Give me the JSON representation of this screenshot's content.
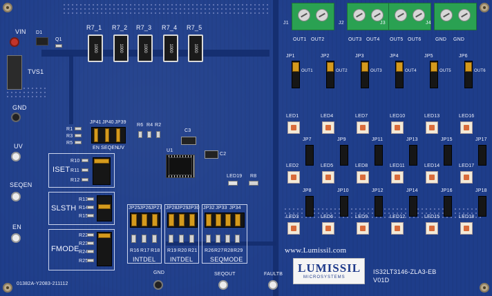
{
  "board": {
    "title": "IS32LT3146-ZLA3-EB",
    "revision": "V01D",
    "part_number": "01382A-Y2083-211112",
    "website": "www.Lumissil.com",
    "logo_text": "LUMISSIL",
    "logo_sub": "MICROSYSTEMS"
  },
  "labels": {
    "vin": "VIN",
    "d1": "D1",
    "q1": "Q1",
    "tvs1": "TVS1",
    "gnd": "GND",
    "uv": "UV",
    "seqen": "SEQEN",
    "en": "EN",
    "iset": "ISET",
    "slsth": "SLSTH",
    "fmode": "FMODE",
    "u1": "U1",
    "c2": "C2",
    "c3": "C3",
    "intdel": "INTDEL",
    "intdel2": "INTDEL",
    "seqmode": "SEQMODE",
    "seqout": "SEQOUT",
    "faultb": "FAULTB",
    "gnd_tp": "GND",
    "led19": "LED19",
    "r8": "R8",
    "jp41": "JP41",
    "jp40": "JP40",
    "jp39": "JP39",
    "en_s": "EN",
    "seqen_s": "SEQEN",
    "uv_s": "UV",
    "r1": "R1",
    "r2": "R2",
    "r3": "R3",
    "r4": "R4",
    "r5": "R5",
    "r6": "R6",
    "r10": "R10",
    "r11": "R11",
    "r12": "R12",
    "r13": "R13",
    "r14": "R14",
    "r15": "R15",
    "r22": "R22",
    "r23": "R23",
    "r24": "R24",
    "r25": "R25",
    "jp25": "JP25",
    "jp26": "JP26",
    "jp27": "JP27",
    "jp28": "JP28",
    "jp29": "JP29",
    "jp30": "JP30",
    "jp32": "JP32",
    "jp33": "JP33",
    "jp34": "JP34",
    "r16": "R16",
    "r17": "R17",
    "r18": "R18",
    "r19": "R19",
    "r20": "R20",
    "r21": "R21",
    "r26": "R26",
    "r27": "R27",
    "r28": "R28",
    "r29": "R29"
  },
  "resistors": [
    {
      "label": "R7_1",
      "value": "1000"
    },
    {
      "label": "R7_2",
      "value": "1000"
    },
    {
      "label": "R7_3",
      "value": "1000"
    },
    {
      "label": "R7_4",
      "value": "1000"
    },
    {
      "label": "R7_5",
      "value": "1000"
    }
  ],
  "connectors": [
    {
      "ref": "J1",
      "pins": [
        "OUT1",
        "OUT2"
      ]
    },
    {
      "ref": "J2",
      "pins": [
        "OUT3",
        "OUT4"
      ]
    },
    {
      "ref": "J3",
      "pins": [
        "OUT5",
        "OUT6"
      ]
    },
    {
      "ref": "J4",
      "pins": [
        "GND",
        "GND"
      ]
    }
  ],
  "out_jumpers": [
    {
      "ref": "JP1",
      "out": "OUT1"
    },
    {
      "ref": "JP2",
      "out": "OUT2"
    },
    {
      "ref": "JP3",
      "out": "OUT3"
    },
    {
      "ref": "JP4",
      "out": "OUT4"
    },
    {
      "ref": "JP5",
      "out": "OUT5"
    },
    {
      "ref": "JP6",
      "out": "OUT6"
    }
  ],
  "led_cols": [
    {
      "leds": [
        "LED1",
        "LED2",
        "LED3"
      ],
      "jps": [
        "JP7",
        "JP8"
      ]
    },
    {
      "leds": [
        "LED4",
        "LED5",
        "LED6"
      ],
      "jps": [
        "JP9",
        "JP10"
      ]
    },
    {
      "leds": [
        "LED7",
        "LED8",
        "LED9"
      ],
      "jps": [
        "JP11",
        "JP12"
      ]
    },
    {
      "leds": [
        "LED10",
        "LED11",
        "LED12"
      ],
      "jps": [
        "JP13",
        "JP14"
      ]
    },
    {
      "leds": [
        "LED13",
        "LED14",
        "LED15"
      ],
      "jps": [
        "JP15",
        "JP16"
      ]
    },
    {
      "leds": [
        "LED16",
        "LED17",
        "LED18"
      ],
      "jps": [
        "JP17",
        "JP18"
      ]
    }
  ],
  "colors": {
    "pcb": "#1e3d8a",
    "silkscreen": "#f2f4ff",
    "terminal": "#2aa152",
    "jumper": "#d49a1d"
  }
}
